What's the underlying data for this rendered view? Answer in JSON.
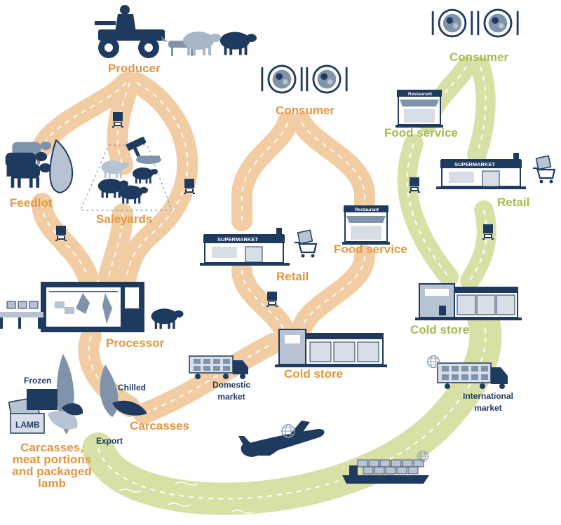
{
  "colors": {
    "orange_road": "#f2cda3",
    "green_road": "#d8e0a6",
    "navy": "#1f3a5f",
    "steel": "#7f93ab",
    "light_steel": "#b7c3d2",
    "orange_text": "#e3963e",
    "green_text": "#a9b84a"
  },
  "labels": {
    "producer": "Producer",
    "feedlot": "Feedlot",
    "saleyards": "Saleyards",
    "processor": "Processor",
    "consumer_domestic": "Consumer",
    "retail_domestic": "Retail",
    "food_service_domestic": "Food service",
    "cold_store_domestic": "Cold store",
    "domestic_market": "Domestic market",
    "frozen": "Frozen",
    "chilled": "Chilled",
    "carcasses": "Carcasses",
    "export": "Export",
    "carcasses_portions": "Carcasses, meat portions and packaged lamb",
    "consumer_international": "Consumer",
    "food_service_international": "Food service",
    "retail_international": "Retail",
    "cold_store_international": "Cold store",
    "international_market": "International market"
  },
  "signage": {
    "supermarket": "SUPERMARKET",
    "restaurant": "Restaurant",
    "lamb": "LAMB"
  },
  "icons": [
    "quad-bike-icon",
    "sheep-icon",
    "dog-icon",
    "cattle-icon",
    "auction-gavel-icon",
    "processor-building-icon",
    "supermarket-icon",
    "restaurant-icon",
    "shopping-cart-icon",
    "cold-store-icon",
    "truck-icon",
    "airplane-icon",
    "ship-icon",
    "globe-icon",
    "meal-plate-icon",
    "carcass-icon",
    "box-icon"
  ]
}
